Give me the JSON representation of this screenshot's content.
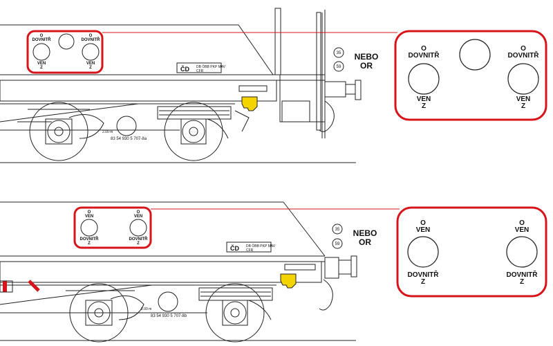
{
  "colors": {
    "highlight": "#d7141a",
    "buffer_yellow": "#f4d400",
    "line": "#222222"
  },
  "top": {
    "small_panel": {
      "left_top": "O",
      "left_top2": "DOVNITŘ",
      "left_bottom": "VEN",
      "left_bottom2": "Z",
      "right_top": "O",
      "right_top2": "DOVNITŘ",
      "right_bottom": "VEN",
      "right_bottom2": "Z"
    },
    "big_panel": {
      "left_top": "O",
      "left_top2": "DOVNITŘ",
      "left_bottom": "VEN",
      "left_bottom2": "Z",
      "right_top": "O",
      "right_top2": "DOVNITŘ",
      "right_bottom": "VEN",
      "right_bottom2": "Z"
    },
    "operator_cd": "ČD",
    "operators": "DB ÖBB PKP MAV",
    "operators2": "CFR",
    "wagon_number": "83 54 930 5 707-8a",
    "distance": "2.00 m",
    "sign_35": "35",
    "sign_59": "59",
    "nebo": "NEBO",
    "or": "OR"
  },
  "bottom": {
    "small_panel": {
      "left_top": "O",
      "left_top2": "VEN",
      "left_bottom": "DOVNITŘ",
      "left_bottom2": "Z",
      "right_top": "O",
      "right_top2": "VEN",
      "right_bottom": "DOVNITŘ",
      "right_bottom2": "Z"
    },
    "big_panel": {
      "left_top": "O",
      "left_top2": "VEN",
      "left_bottom": "DOVNITŘ",
      "left_bottom2": "Z",
      "right_top": "O",
      "right_top2": "VEN",
      "right_bottom": "DOVNITŘ",
      "right_bottom2": "Z"
    },
    "operator_cd": "ČD",
    "operators": "DB ÖBB PKP MAV",
    "operators2": "CFR",
    "wagon_number": "83 54 930 5 707-8b",
    "distance": "2.00 m",
    "sign_35": "35",
    "sign_59": "59",
    "nebo": "NEBO",
    "or": "OR"
  }
}
